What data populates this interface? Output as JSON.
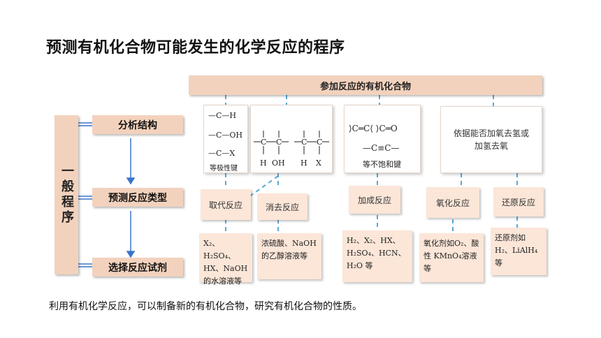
{
  "title": "预测有机化合物可能发生的化学反应的程序",
  "top_bar": "参加反应的有机化合物",
  "left_label": "一般程序",
  "steps": [
    "分析结构",
    "预测反应类型",
    "选择反应试剂"
  ],
  "structures": {
    "saturated": {
      "rows": [
        "—C—H",
        "—C—OH",
        "—C—X"
      ],
      "caption": "等极性键"
    },
    "elimination": {
      "bottom_labels": [
        "H",
        "OH",
        "H",
        "X"
      ]
    },
    "unsaturated": {
      "line1": "⟩C═C⟨   ⟩C═O",
      "line2": "—C≡C—",
      "caption": "等不饱和键"
    },
    "redox": {
      "text": "依据能否加氧去氢或加氢去氧"
    }
  },
  "reaction_types": [
    "取代反应",
    "消去反应",
    "加成反应",
    "氧化反应",
    "还原反应"
  ],
  "reagents": {
    "substitution": "X₂、H₂SO₄、HX、NaOH的水溶液等",
    "elimination": "浓硫酸、NaOH的乙醇溶液等",
    "addition": "H₂、X₂、HX、H₂SO₄、HCN、H₂O 等",
    "oxidation": "氧化剂如O₂、酸性 KMnO₄溶液等",
    "reduction": "还原剂如H₂、LiAlH₄ 等"
  },
  "bottom_note": "利用有机化学反应，可以制备新的有机化合物，研究有机化合物的性质。",
  "colors": {
    "box": "#f3d2bd",
    "dash": "#5aa9d8",
    "arrow": "#3a74c9"
  }
}
